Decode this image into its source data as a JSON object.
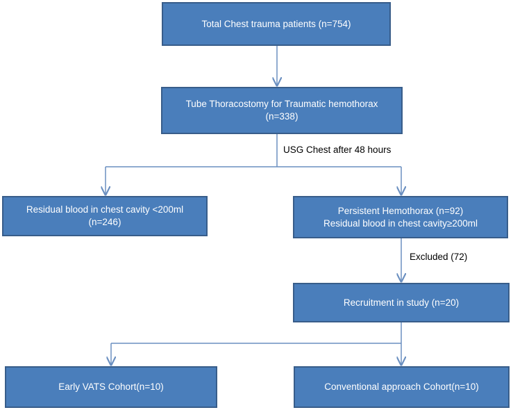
{
  "boxes": {
    "total": {
      "line1": "Total Chest trauma patients (n=754)"
    },
    "tube": {
      "line1": "Tube Thoracostomy for Traumatic hemothorax",
      "line2": "(n=338)"
    },
    "residual_low": {
      "line1": "Residual blood in chest cavity <200ml",
      "line2": "(n=246)"
    },
    "persistent": {
      "line1": "Persistent Hemothorax  (n=92)",
      "line2": "Residual blood in chest cavity≥200ml"
    },
    "recruitment": {
      "line1": "Recruitment in study (n=20)"
    },
    "early_vats": {
      "line1": "Early VATS Cohort(n=10)"
    },
    "conventional": {
      "line1": "Conventional approach Cohort(n=10)"
    }
  },
  "edge_labels": {
    "usg": "USG Chest after 48 hours",
    "excluded": "Excluded (72)"
  },
  "colors": {
    "box_fill": "#4a7ebb",
    "box_border": "#385d8a",
    "arrow": "#6a8fc0"
  }
}
